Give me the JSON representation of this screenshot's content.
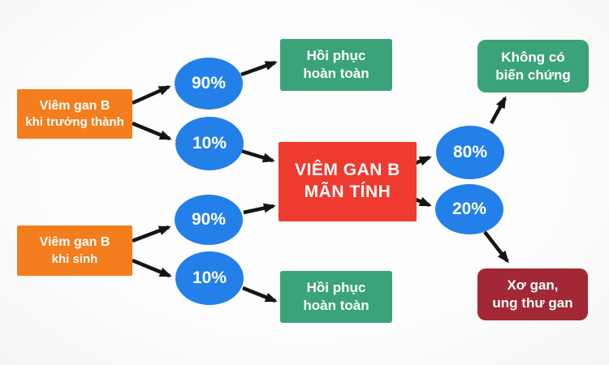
{
  "diagram": {
    "title_hint": "Hepatitis B outcomes flowchart (Vietnamese)",
    "colors": {
      "orange": "#f47d1e",
      "blue": "#2380e8",
      "green": "#3ba379",
      "red": "#ef3a30",
      "dark_red": "#a12834",
      "arrow": "#151515",
      "text": "#ffffff",
      "background": "#fafaf9"
    },
    "nodes": {
      "adult": {
        "line1": "Viêm gan B",
        "line2": "khi trưởng thành"
      },
      "birth": {
        "line1": "Viêm gan B",
        "line2": "khi sinh"
      },
      "chronic": {
        "line1": "VIÊM GAN B",
        "line2": "MÃN TÍNH"
      },
      "recover_top": {
        "line1": "Hồi phục",
        "line2": "hoàn toàn"
      },
      "recover_bottom": {
        "line1": "Hồi phục",
        "line2": "hoàn toàn"
      },
      "no_complication": {
        "line1": "Không có",
        "line2": "biến chứng"
      },
      "cirrhosis": {
        "line1": "Xơ gan,",
        "line2": "ung thư gan"
      }
    },
    "edges": [
      {
        "from": "adult",
        "to": "recover_top",
        "probability": "90%"
      },
      {
        "from": "adult",
        "to": "chronic",
        "probability": "10%"
      },
      {
        "from": "birth",
        "to": "chronic",
        "probability": "90%"
      },
      {
        "from": "birth",
        "to": "recover_bottom",
        "probability": "10%"
      },
      {
        "from": "chronic",
        "to": "no_complication",
        "probability": "80%"
      },
      {
        "from": "chronic",
        "to": "cirrhosis",
        "probability": "20%"
      }
    ]
  }
}
